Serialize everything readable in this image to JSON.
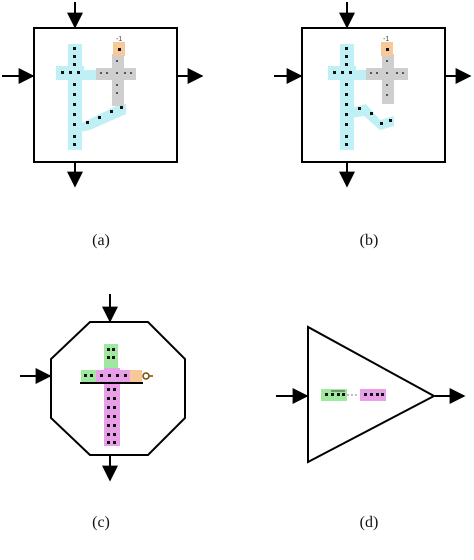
{
  "panels": [
    {
      "id": "a",
      "caption": "(a)",
      "shape": "square",
      "tag": "-1"
    },
    {
      "id": "b",
      "caption": "(b)",
      "shape": "square",
      "tag": "-1"
    },
    {
      "id": "c",
      "caption": "(c)",
      "shape": "octagon"
    },
    {
      "id": "d",
      "caption": "(d)",
      "shape": "triangle"
    }
  ],
  "colors": {
    "cyan": "#bff0f5",
    "gray": "#cfcfcf",
    "orange": "#f6c89a",
    "green": "#9fe89f",
    "pink": "#e89fe8",
    "outline": "#000000"
  }
}
